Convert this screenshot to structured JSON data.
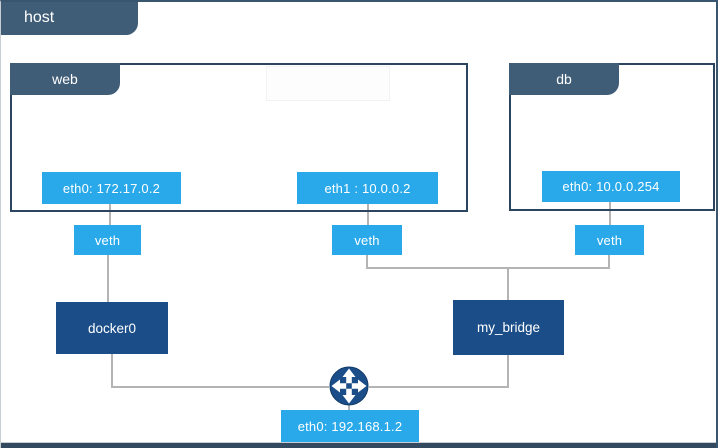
{
  "diagram": {
    "title_node": "host",
    "host": {
      "label": "host",
      "interface": "eth0: 192.168.1.2"
    },
    "containers": [
      {
        "name": "web",
        "interfaces": [
          "eth0: 172.17.0.2",
          "eth1 : 10.0.0.2"
        ]
      },
      {
        "name": "db",
        "interfaces": [
          "eth0: 10.0.0.254"
        ]
      }
    ],
    "veth_labels": [
      "veth",
      "veth",
      "veth"
    ],
    "bridges": [
      {
        "label": "docker0"
      },
      {
        "label": "my_bridge"
      }
    ],
    "icons": {
      "router": "router-4way-arrows-icon"
    }
  },
  "colors": {
    "tab_slate": "#405d78",
    "container_border": "#2b4560",
    "interface_blue": "#29a9ea",
    "bridge_navy": "#1b4e89",
    "connector_gray": "#b4b4b4",
    "bottom_bar": "#32495f",
    "text": "#ffffff"
  }
}
